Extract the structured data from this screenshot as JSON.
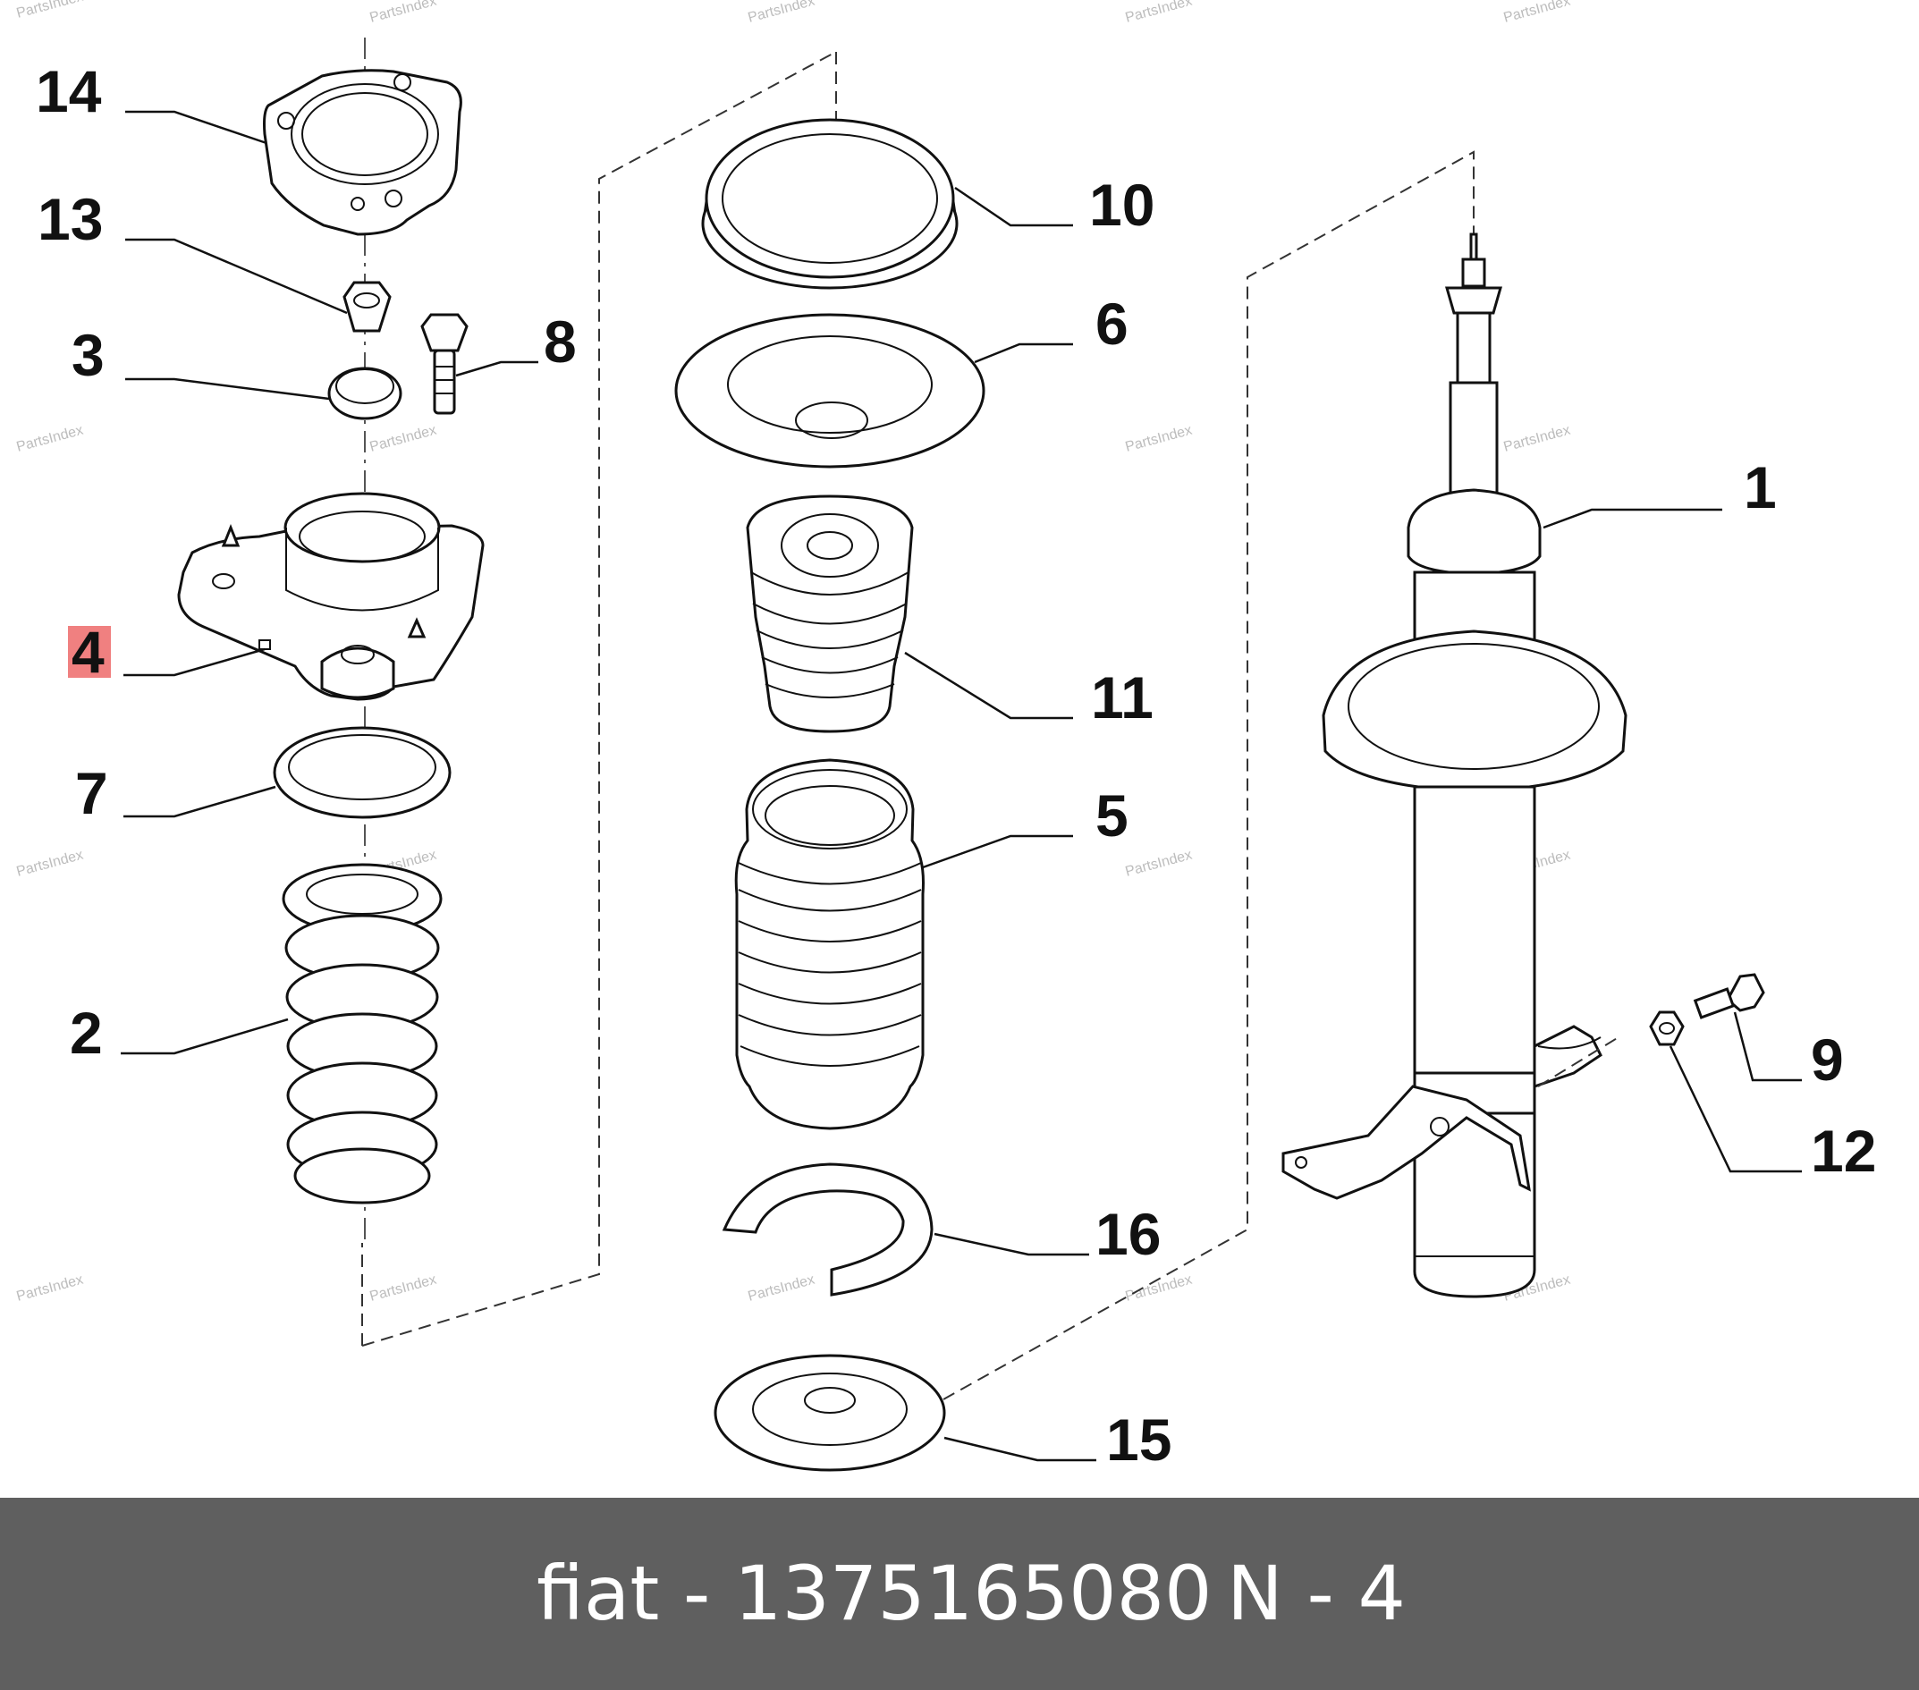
{
  "callouts": {
    "c1": "1",
    "c2": "2",
    "c3": "3",
    "c4": "4",
    "c5": "5",
    "c6": "6",
    "c7": "7",
    "c8": "8",
    "c9": "9",
    "c10": "10",
    "c11": "11",
    "c12": "12",
    "c13": "13",
    "c14": "14",
    "c15": "15",
    "c16": "16"
  },
  "highlight": {
    "callout": "4",
    "color": "#f08080"
  },
  "watermark": "PartsIndex",
  "footer": {
    "brand_part": "fiat - 1375165080",
    "code": "N - 4"
  },
  "colors": {
    "footer_bg": "#5f5f5f",
    "footer_text": "#ffffff",
    "line": "#111111"
  }
}
